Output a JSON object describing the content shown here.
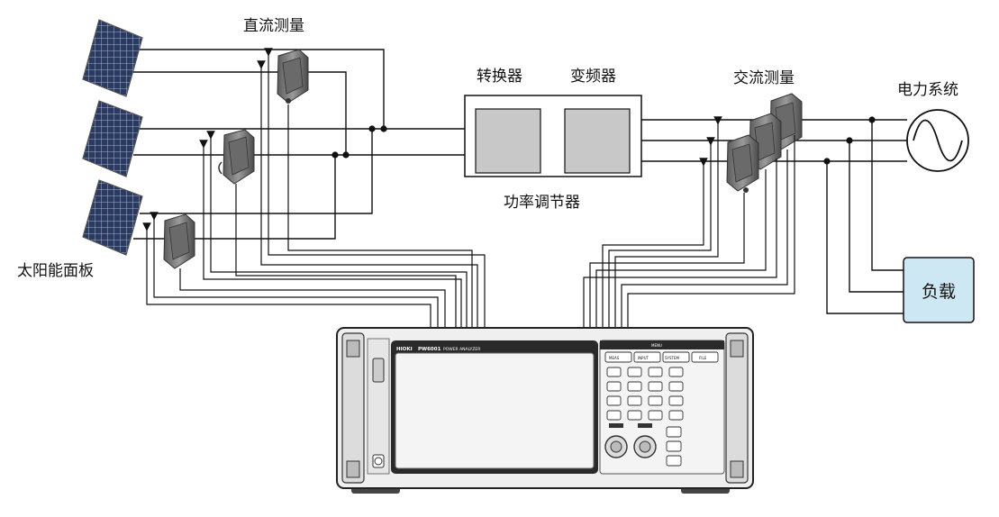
{
  "labels": {
    "dc_measurement": "直流测量",
    "converter": "转换器",
    "inverter": "变频器",
    "ac_measurement": "交流测量",
    "power_system": "电力系统",
    "power_conditioner": "功率调节器",
    "solar_panel": "太阳能面板",
    "load": "负载"
  },
  "analyzer": {
    "brand": "HIOKI",
    "model": "PW6001",
    "subtitle": "POWER ANALYZER",
    "menu_label": "MENU",
    "menu_buttons": [
      "MEAS",
      "INPUT",
      "SYSTEM",
      "FILE"
    ]
  },
  "colors": {
    "line": "#111111",
    "load_fill": "#cde8f2",
    "device_box_fill": "#c8c8c8",
    "sensor_dark": "#4a4a4a",
    "sensor_light": "#9a9a9a"
  }
}
